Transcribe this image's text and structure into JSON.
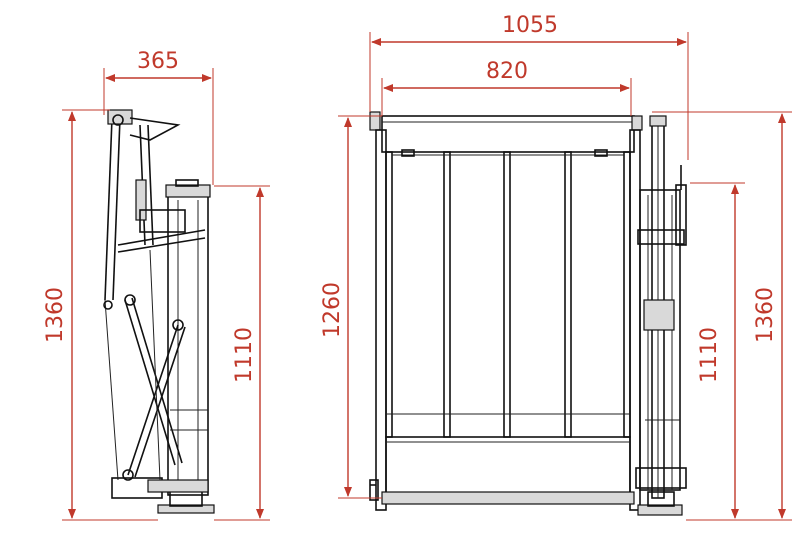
{
  "dimensions": {
    "side_width": "365",
    "side_height_total": "1360",
    "side_height_platform": "1110",
    "front_width_total": "1055",
    "front_width_inner": "820",
    "front_height": "1260",
    "right_height_platform": "1110",
    "right_height_total": "1360"
  },
  "colors": {
    "dimension": "#c0392b",
    "drawing": "#111111"
  }
}
